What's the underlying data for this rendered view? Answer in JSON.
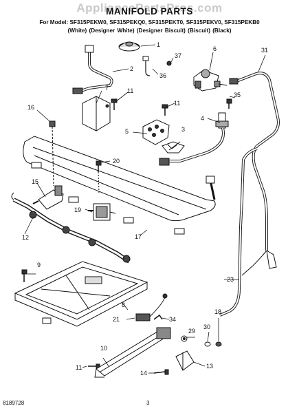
{
  "header": {
    "watermark": "AppliancePartsPros.com",
    "title": "MANIFOLD PARTS",
    "models_line": "For Model: SF315PEKW0, SF315PEKQ0, SF315PEKT0, SF315PEKV0, SF315PEKB0",
    "colors_line": "(White)   (Designer White) (Designer Biscuit) (Biscuit)   (Black)"
  },
  "callouts": [
    {
      "id": "c1",
      "text": "1"
    },
    {
      "id": "c2",
      "text": "2"
    },
    {
      "id": "c3",
      "text": "3"
    },
    {
      "id": "c4",
      "text": "4"
    },
    {
      "id": "c5",
      "text": "5"
    },
    {
      "id": "c6",
      "text": "6"
    },
    {
      "id": "c7",
      "text": "7"
    },
    {
      "id": "c8",
      "text": "8"
    },
    {
      "id": "c9",
      "text": "9"
    },
    {
      "id": "c10",
      "text": "10"
    },
    {
      "id": "c11a",
      "text": "11"
    },
    {
      "id": "c11b",
      "text": "11"
    },
    {
      "id": "c11c",
      "text": "11"
    },
    {
      "id": "c12",
      "text": "12"
    },
    {
      "id": "c13",
      "text": "13"
    },
    {
      "id": "c14",
      "text": "14"
    },
    {
      "id": "c15",
      "text": "15"
    },
    {
      "id": "c16",
      "text": "16"
    },
    {
      "id": "c17",
      "text": "17"
    },
    {
      "id": "c18",
      "text": "18"
    },
    {
      "id": "c19",
      "text": "19"
    },
    {
      "id": "c20",
      "text": "20"
    },
    {
      "id": "c21",
      "text": "21"
    },
    {
      "id": "c23",
      "text": "23"
    },
    {
      "id": "c29",
      "text": "29"
    },
    {
      "id": "c30",
      "text": "30"
    },
    {
      "id": "c31",
      "text": "31"
    },
    {
      "id": "c34",
      "text": "34"
    },
    {
      "id": "c35",
      "text": "35"
    },
    {
      "id": "c36",
      "text": "36"
    },
    {
      "id": "c37",
      "text": "37"
    }
  ],
  "footer": {
    "doc_number": "8189728",
    "page_number": "3"
  }
}
